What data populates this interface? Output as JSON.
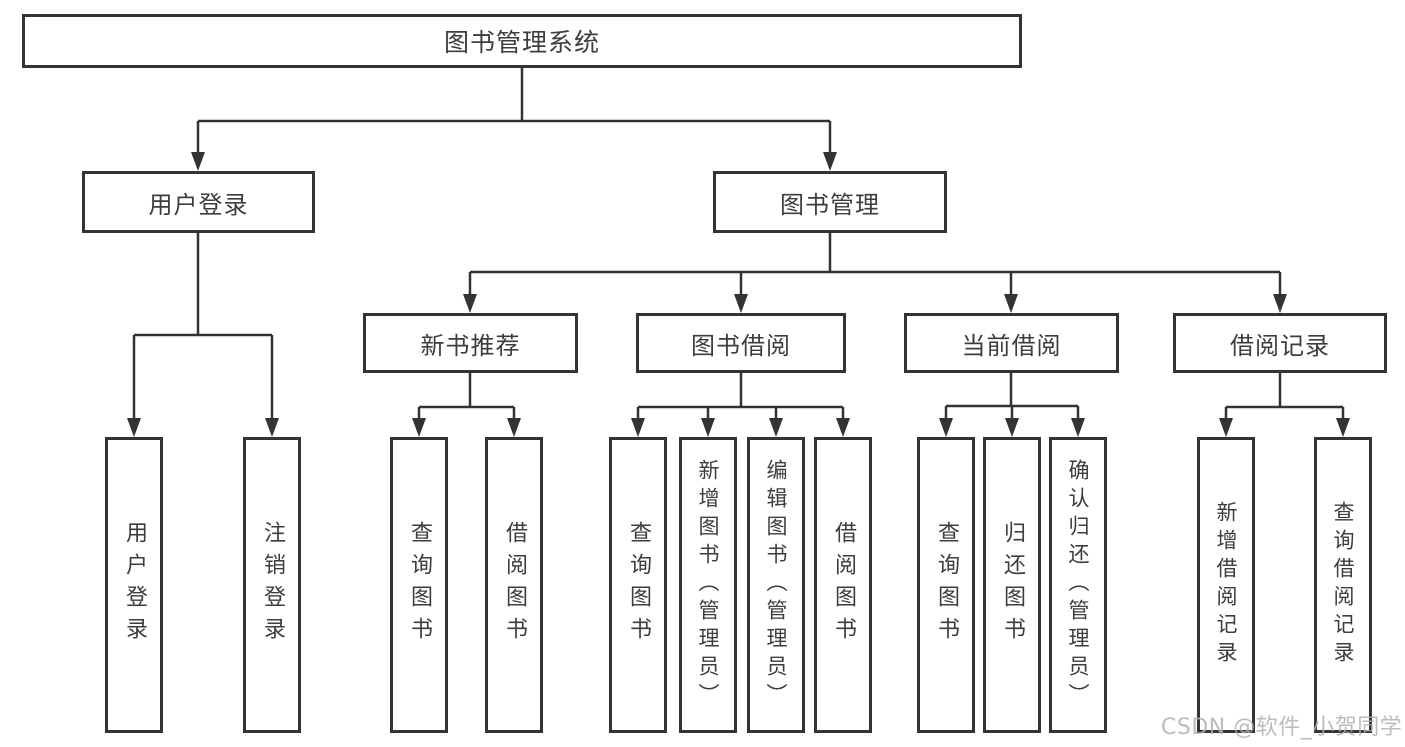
{
  "tree": {
    "root": {
      "label": "图书管理系统"
    },
    "branches": [
      {
        "label": "用户登录",
        "children": [
          {
            "label": "用户登录"
          },
          {
            "label": "注销登录"
          }
        ]
      },
      {
        "label": "图书管理",
        "groups": [
          {
            "label": "新书推荐",
            "children": [
              {
                "label": "查询图书"
              },
              {
                "label": "借阅图书"
              }
            ]
          },
          {
            "label": "图书借阅",
            "children": [
              {
                "label": "查询图书"
              },
              {
                "label": "新增图书（管理员）"
              },
              {
                "label": "编辑图书（管理员）"
              },
              {
                "label": "借阅图书"
              }
            ]
          },
          {
            "label": "当前借阅",
            "children": [
              {
                "label": "查询图书"
              },
              {
                "label": "归还图书"
              },
              {
                "label": "确认归还（管理员）"
              }
            ]
          },
          {
            "label": "借阅记录",
            "children": [
              {
                "label": "新增借阅记录"
              },
              {
                "label": "查询借阅记录"
              }
            ]
          }
        ]
      }
    ]
  },
  "watermark": {
    "text": "CSDN @软件_小贺同学"
  },
  "colors": {
    "line": "#333333",
    "box_border": "#343434",
    "text": "#3d3d3d",
    "watermark": "#b1b1b1",
    "background": "#ffffff"
  }
}
